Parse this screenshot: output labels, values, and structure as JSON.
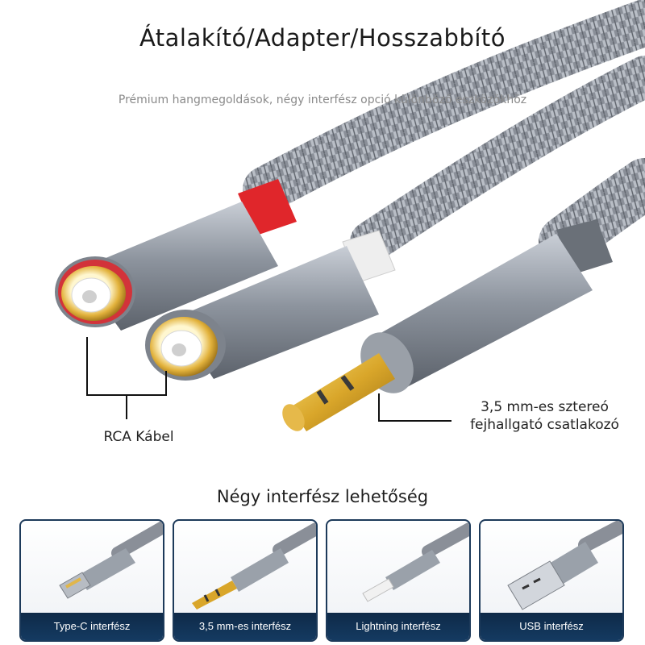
{
  "header": {
    "title": "Átalakító/Adapter/Hosszabbító",
    "subtitle": "Prémium hangmegoldások, négy interfész opció különböző eszközökhöz"
  },
  "callouts": {
    "rca": "RCA Kábel",
    "jack_line1": "3,5 mm-es sztereó",
    "jack_line2": "fejhallgató csatlakozó"
  },
  "options": {
    "title": "Négy interfész lehetőség",
    "cards": [
      {
        "label": "Type-C interfész",
        "icon": "usb-c-connector-icon"
      },
      {
        "label": "3,5 mm-es interfész",
        "icon": "audio-jack-icon"
      },
      {
        "label": "Lightning interfész",
        "icon": "lightning-connector-icon"
      },
      {
        "label": "USB interfész",
        "icon": "usb-a-connector-icon"
      }
    ]
  },
  "colors": {
    "card_border": "#1d3a5a",
    "card_label_bg": "#143a61",
    "gold": "#d9a62a",
    "red_accent": "#e0262b"
  }
}
